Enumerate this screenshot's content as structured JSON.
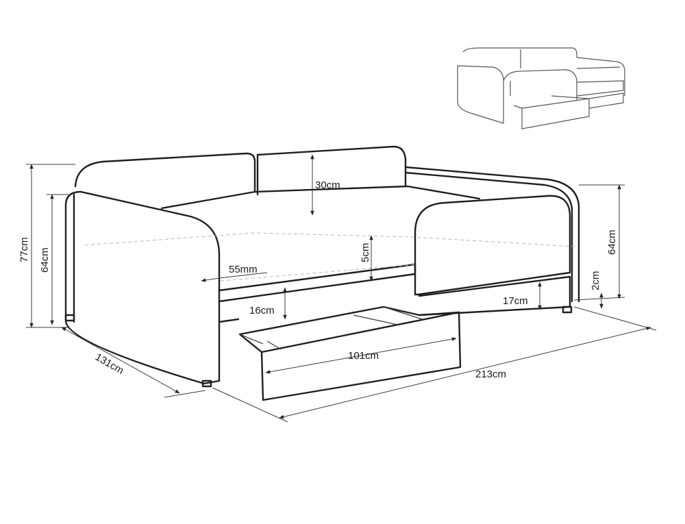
{
  "diagram": {
    "labels": {
      "height_total": "77cm",
      "height_arm": "64cm",
      "height_arm_right": "64cm",
      "back_cushion": "30cm",
      "gap_5cm": "5cm",
      "panel_55mm": "55mm",
      "drawer_front": "16cm",
      "side_plinth": "17cm",
      "leg_height": "2cm",
      "depth": "131cm",
      "drawer_width": "101cm",
      "total_width": "213cm"
    },
    "colors": {
      "line": "#1f1f1f",
      "dimension": "#3a3a3a",
      "guide": "#b5b5b5"
    }
  }
}
